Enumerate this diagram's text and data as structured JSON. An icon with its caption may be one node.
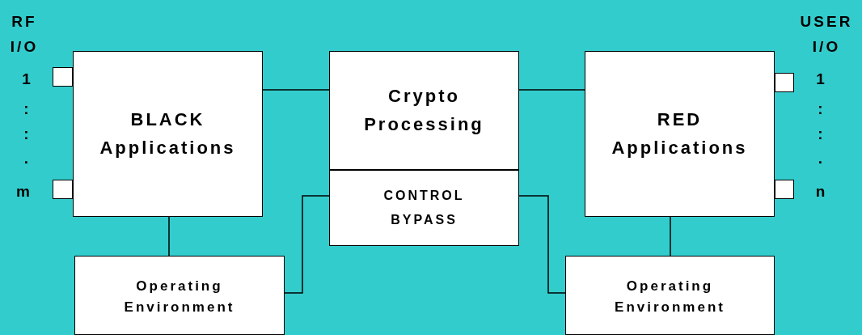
{
  "diagram": {
    "nodes": [
      {
        "text": [
          "BLACK Applications"
        ]
      },
      {
        "text": [
          "Crypto Processing"
        ]
      },
      {
        "text": [
          "CONTROL BYPASS"
        ]
      },
      {
        "text": [
          "RED Applications"
        ]
      },
      {
        "text": [
          "Operating Environment"
        ]
      },
      {
        "text": [
          "Operating Environment"
        ]
      },
      {
        "text": [],
        "shape": "box"
      },
      {
        "text": [],
        "shape": "box"
      },
      {
        "text": [],
        "shape": "box"
      },
      {
        "text": [],
        "shape": "box"
      }
    ],
    "edges": [
      {
        "from": 0,
        "to": 1,
        "arrow": "none"
      },
      {
        "from": 1,
        "to": 3,
        "arrow": "none"
      },
      {
        "from": 0,
        "to": 4,
        "arrow": "none"
      },
      {
        "from": 4,
        "to": 2,
        "arrow": "none"
      },
      {
        "from": 2,
        "to": 5,
        "arrow": "none"
      },
      {
        "from": 3,
        "to": 5,
        "arrow": "none"
      }
    ],
    "labels": [
      "RF",
      "I/O",
      "1",
      ":",
      ":",
      ".",
      "m",
      "USER",
      "I/O",
      "1",
      ":",
      ":",
      ".",
      "n"
    ]
  }
}
